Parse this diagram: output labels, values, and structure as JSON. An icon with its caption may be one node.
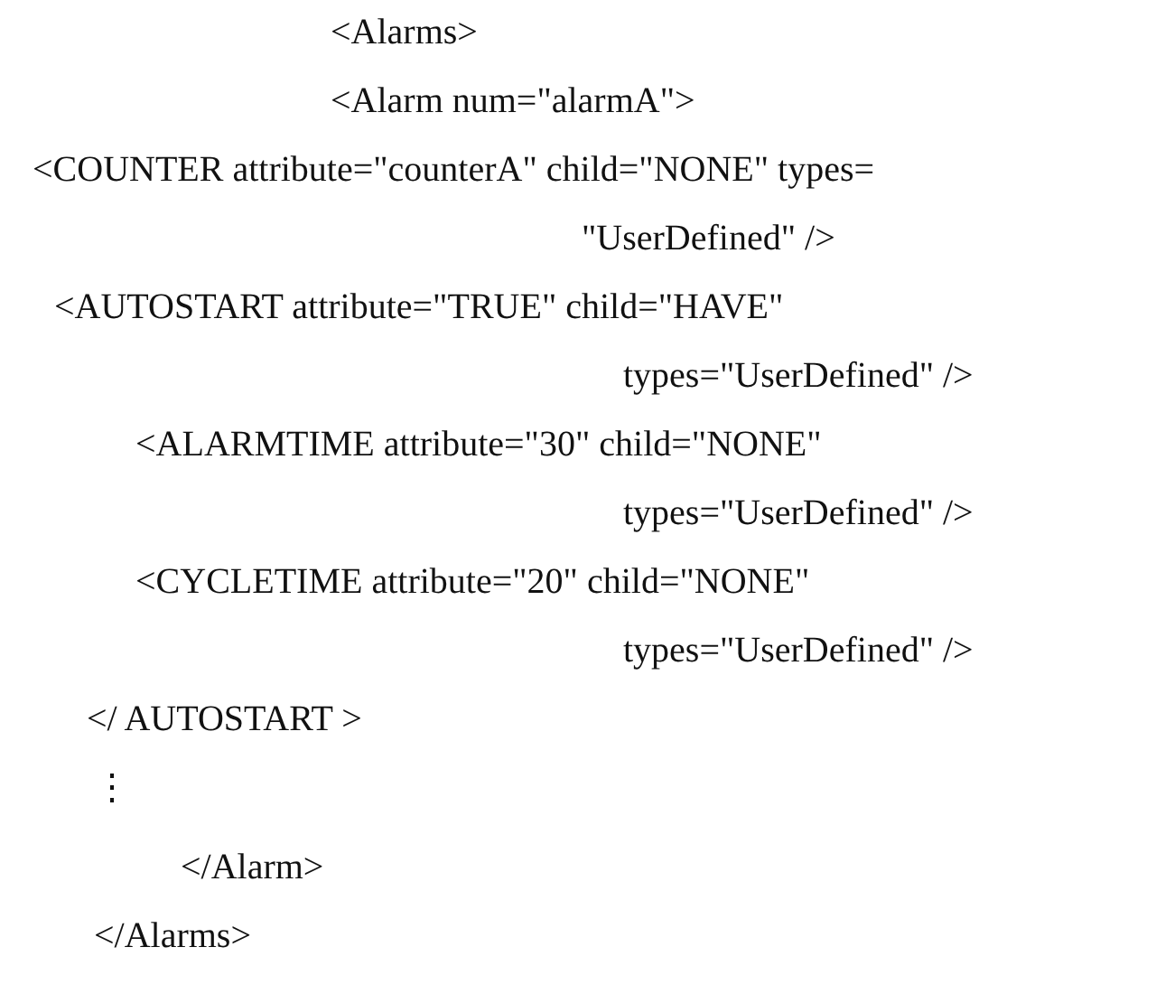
{
  "diagram": {
    "labels": [
      "<Alarms>",
      "<Alarm num=\"alarmA\">",
      "<COUNTER attribute=\"counterA\" child=\"NONE\" types=",
      "\"UserDefined\" />",
      "<AUTOSTART attribute=\"TRUE\" child=\"HAVE\"",
      "types=\"UserDefined\" />",
      "<ALARMTIME attribute=\"30\" child=\"NONE\"",
      "types=\"UserDefined\" />",
      "<CYCLETIME attribute=\"20\" child=\"NONE\"",
      "types=\"UserDefined\" />",
      "</ AUTOSTART >",
      "⋮",
      "</Alarm>",
      "</Alarms>"
    ]
  }
}
